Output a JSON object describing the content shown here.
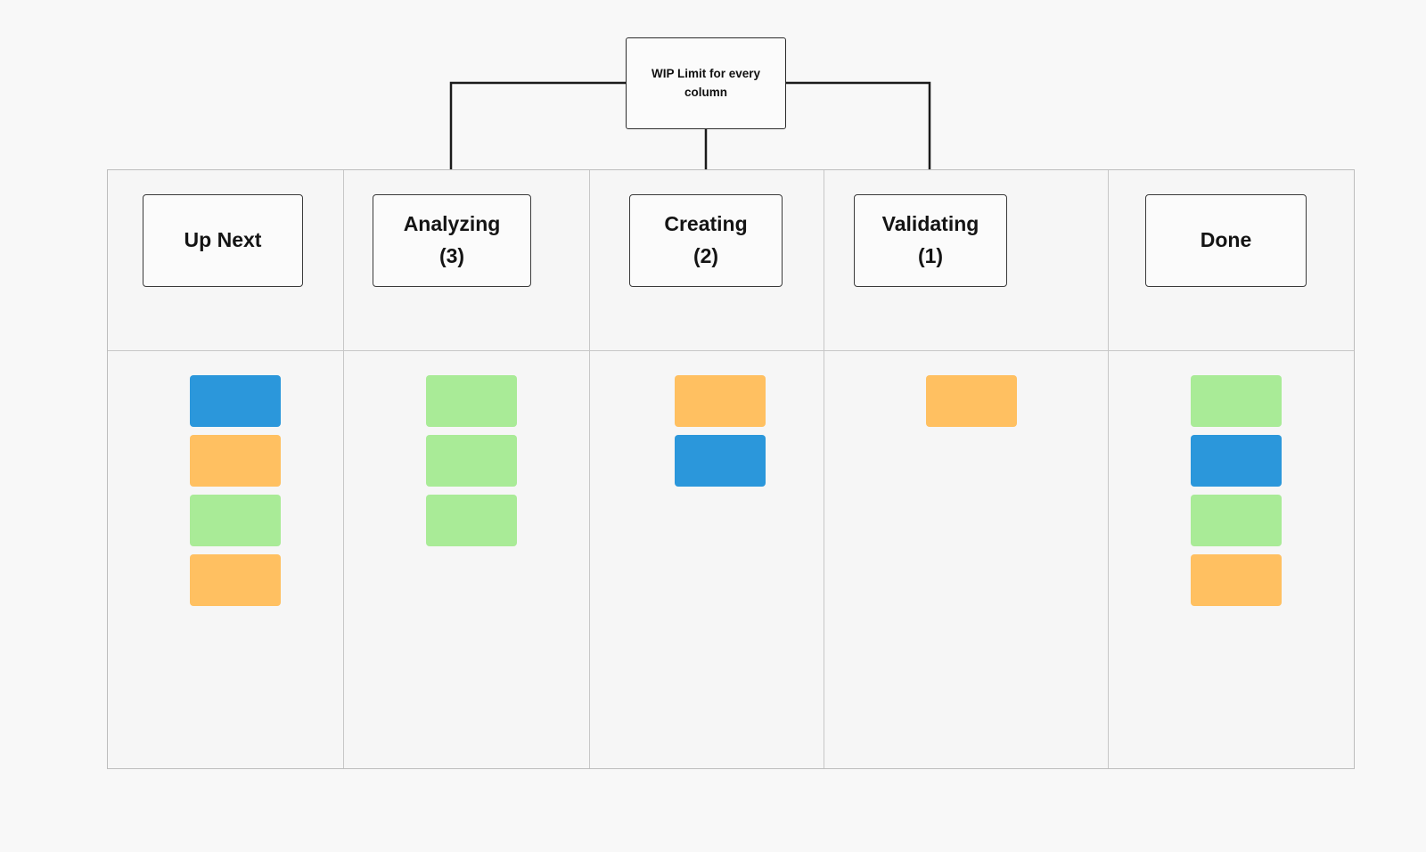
{
  "annotation": {
    "label_line1": "WIP Limit for every",
    "label_line2": "column"
  },
  "colors": {
    "card_blue": "#2B97DB",
    "card_orange": "#FFC061",
    "card_green": "#A9EB97",
    "connector": "#1b1b1b"
  },
  "board": {
    "columns": [
      {
        "label_line1": "Up Next",
        "label_line2": "",
        "cards": [
          "card_blue",
          "card_orange",
          "card_green",
          "card_orange"
        ]
      },
      {
        "label_line1": "Analyzing",
        "label_line2": "(3)",
        "cards": [
          "card_green",
          "card_green",
          "card_green"
        ]
      },
      {
        "label_line1": "Creating",
        "label_line2": "(2)",
        "cards": [
          "card_orange",
          "card_blue"
        ]
      },
      {
        "label_line1": "Validating",
        "label_line2": "(1)",
        "cards": [
          "card_orange"
        ]
      },
      {
        "label_line1": "Done",
        "label_line2": "",
        "cards": [
          "card_green",
          "card_blue",
          "card_green",
          "card_orange"
        ]
      }
    ]
  }
}
